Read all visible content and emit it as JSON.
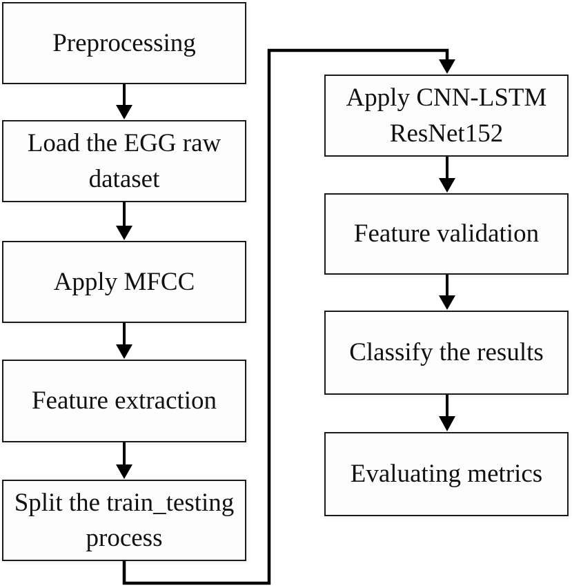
{
  "flowchart": {
    "left_column": [
      {
        "label": "Preprocessing"
      },
      {
        "label": "Load the EGG raw dataset"
      },
      {
        "label": "Apply MFCC"
      },
      {
        "label": "Feature extraction"
      },
      {
        "label": "Split the train_testing process"
      }
    ],
    "right_column": [
      {
        "label": "Apply CNN-LSTM ResNet152"
      },
      {
        "label": "Feature validation"
      },
      {
        "label": "Classify the results"
      },
      {
        "label": "Evaluating metrics"
      }
    ],
    "connections": [
      "Preprocessing -> Load the EGG raw dataset",
      "Load the EGG raw dataset -> Apply MFCC",
      "Apply MFCC -> Feature extraction",
      "Feature extraction -> Split the train_testing process",
      "Split the train_testing process -> Apply CNN-LSTM ResNet152",
      "Apply CNN-LSTM ResNet152 -> Feature validation",
      "Feature validation -> Classify the results",
      "Classify the results -> Evaluating metrics"
    ],
    "colors": {
      "box_border": "#1a1a1a",
      "box_fill": "#fdfdfd",
      "arrow": "#000000",
      "background": "#ffffff",
      "text": "#111111"
    }
  }
}
